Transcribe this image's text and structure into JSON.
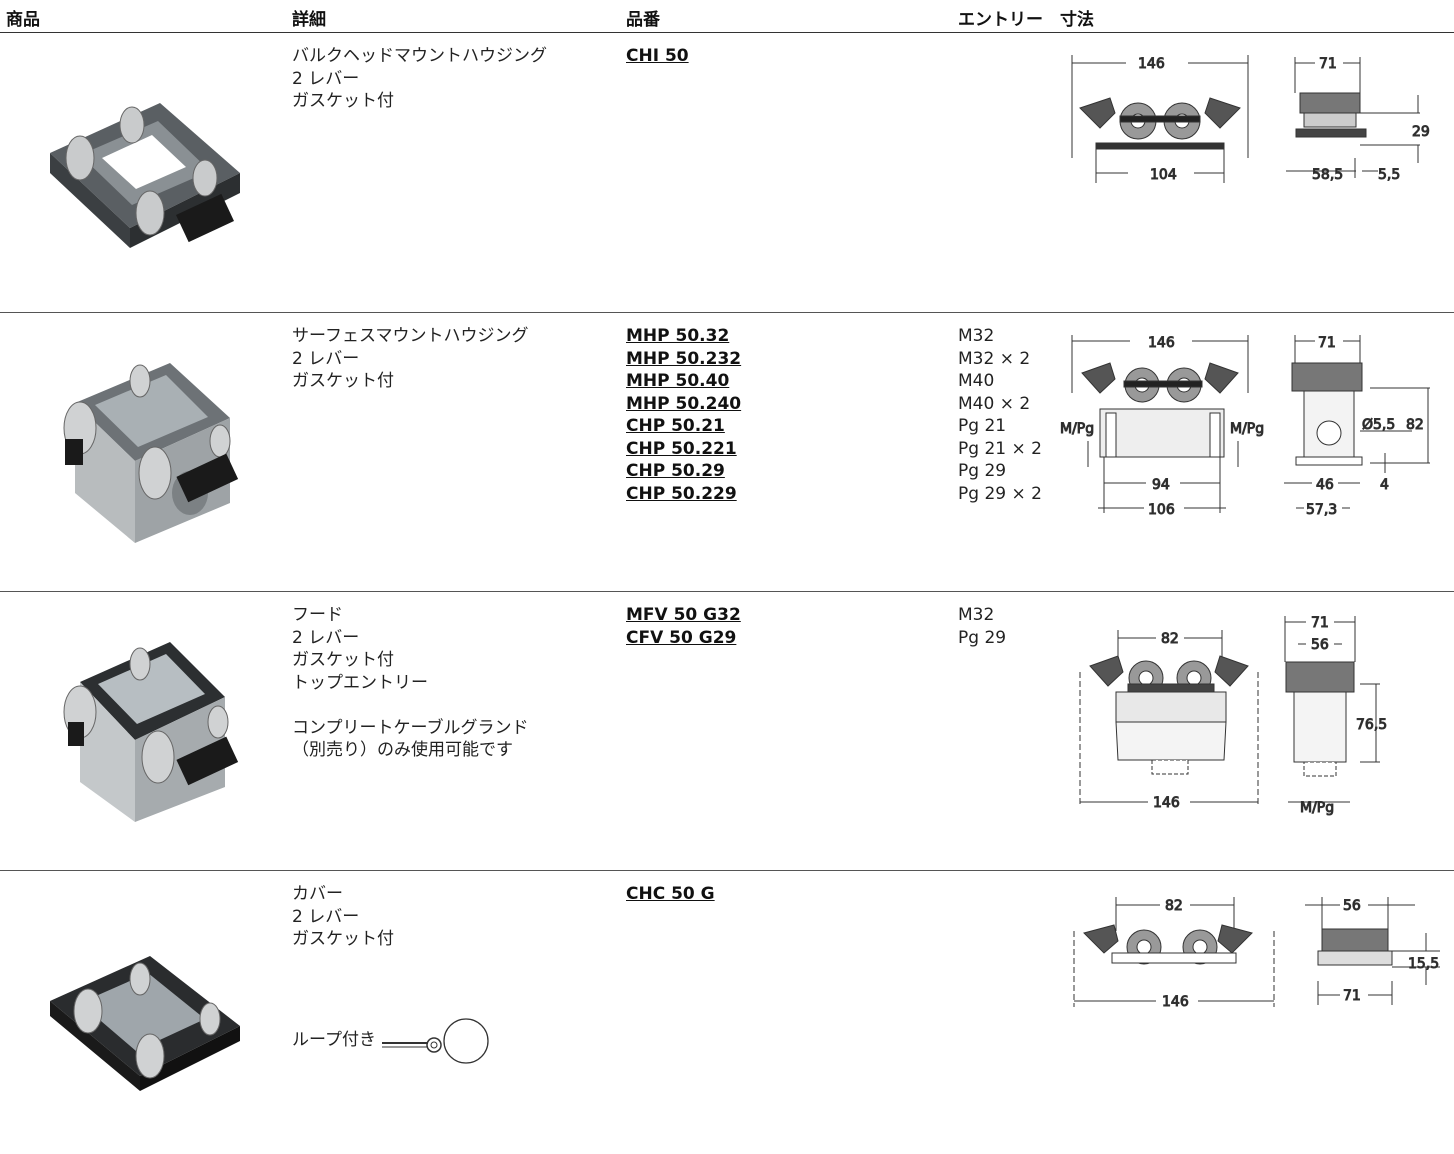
{
  "header": {
    "product": "商品",
    "detail": "詳細",
    "part_no": "品番",
    "entry_dim": "エントリー　寸法"
  },
  "rows": [
    {
      "details": [
        "バルクヘッドマウントハウジング",
        "2 レバー",
        "ガスケット付"
      ],
      "parts": [
        "CHI 50"
      ],
      "entries": [],
      "dims": {
        "a": "146",
        "b": "104",
        "c": "71",
        "d": "29",
        "e": "58,5",
        "f": "5,5"
      }
    },
    {
      "details": [
        "サーフェスマウントハウジング",
        "2 レバー",
        "ガスケット付"
      ],
      "parts": [
        "MHP 50.32",
        "MHP 50.232",
        "MHP 50.40",
        "MHP 50.240",
        "CHP 50.21",
        "CHP 50.221",
        "CHP 50.29",
        "CHP 50.229"
      ],
      "entries": [
        "M32",
        "M32 × 2",
        "M40",
        "M40 × 2",
        "Pg 21",
        "Pg 21 × 2",
        "Pg 29",
        "Pg 29 × 2"
      ],
      "dims": {
        "a": "146",
        "mpg": "M/Pg",
        "b": "94",
        "c": "106",
        "d": "71",
        "e": "Ø5,5",
        "f": "82",
        "g": "46",
        "h": "4",
        "i": "57,3"
      }
    },
    {
      "details": [
        "フード",
        "2 レバー",
        "ガスケット付",
        "トップエントリー",
        "",
        "コンプリートケーブルグランド",
        "（別売り）のみ使用可能です"
      ],
      "parts": [
        "MFV 50 G32",
        "CFV 50 G29"
      ],
      "entries": [
        "M32",
        "Pg 29"
      ],
      "dims": {
        "a": "82",
        "b": "146",
        "c": "71",
        "d": "56",
        "e": "76,5",
        "f": "M/Pg"
      }
    },
    {
      "details": [
        "カバー",
        "2 レバー",
        "ガスケット付"
      ],
      "loop_label": "ループ付き",
      "parts": [
        "CHC 50 G"
      ],
      "entries": [],
      "dims": {
        "a": "82",
        "b": "146",
        "c": "56",
        "d": "15,5",
        "e": "71"
      }
    }
  ]
}
